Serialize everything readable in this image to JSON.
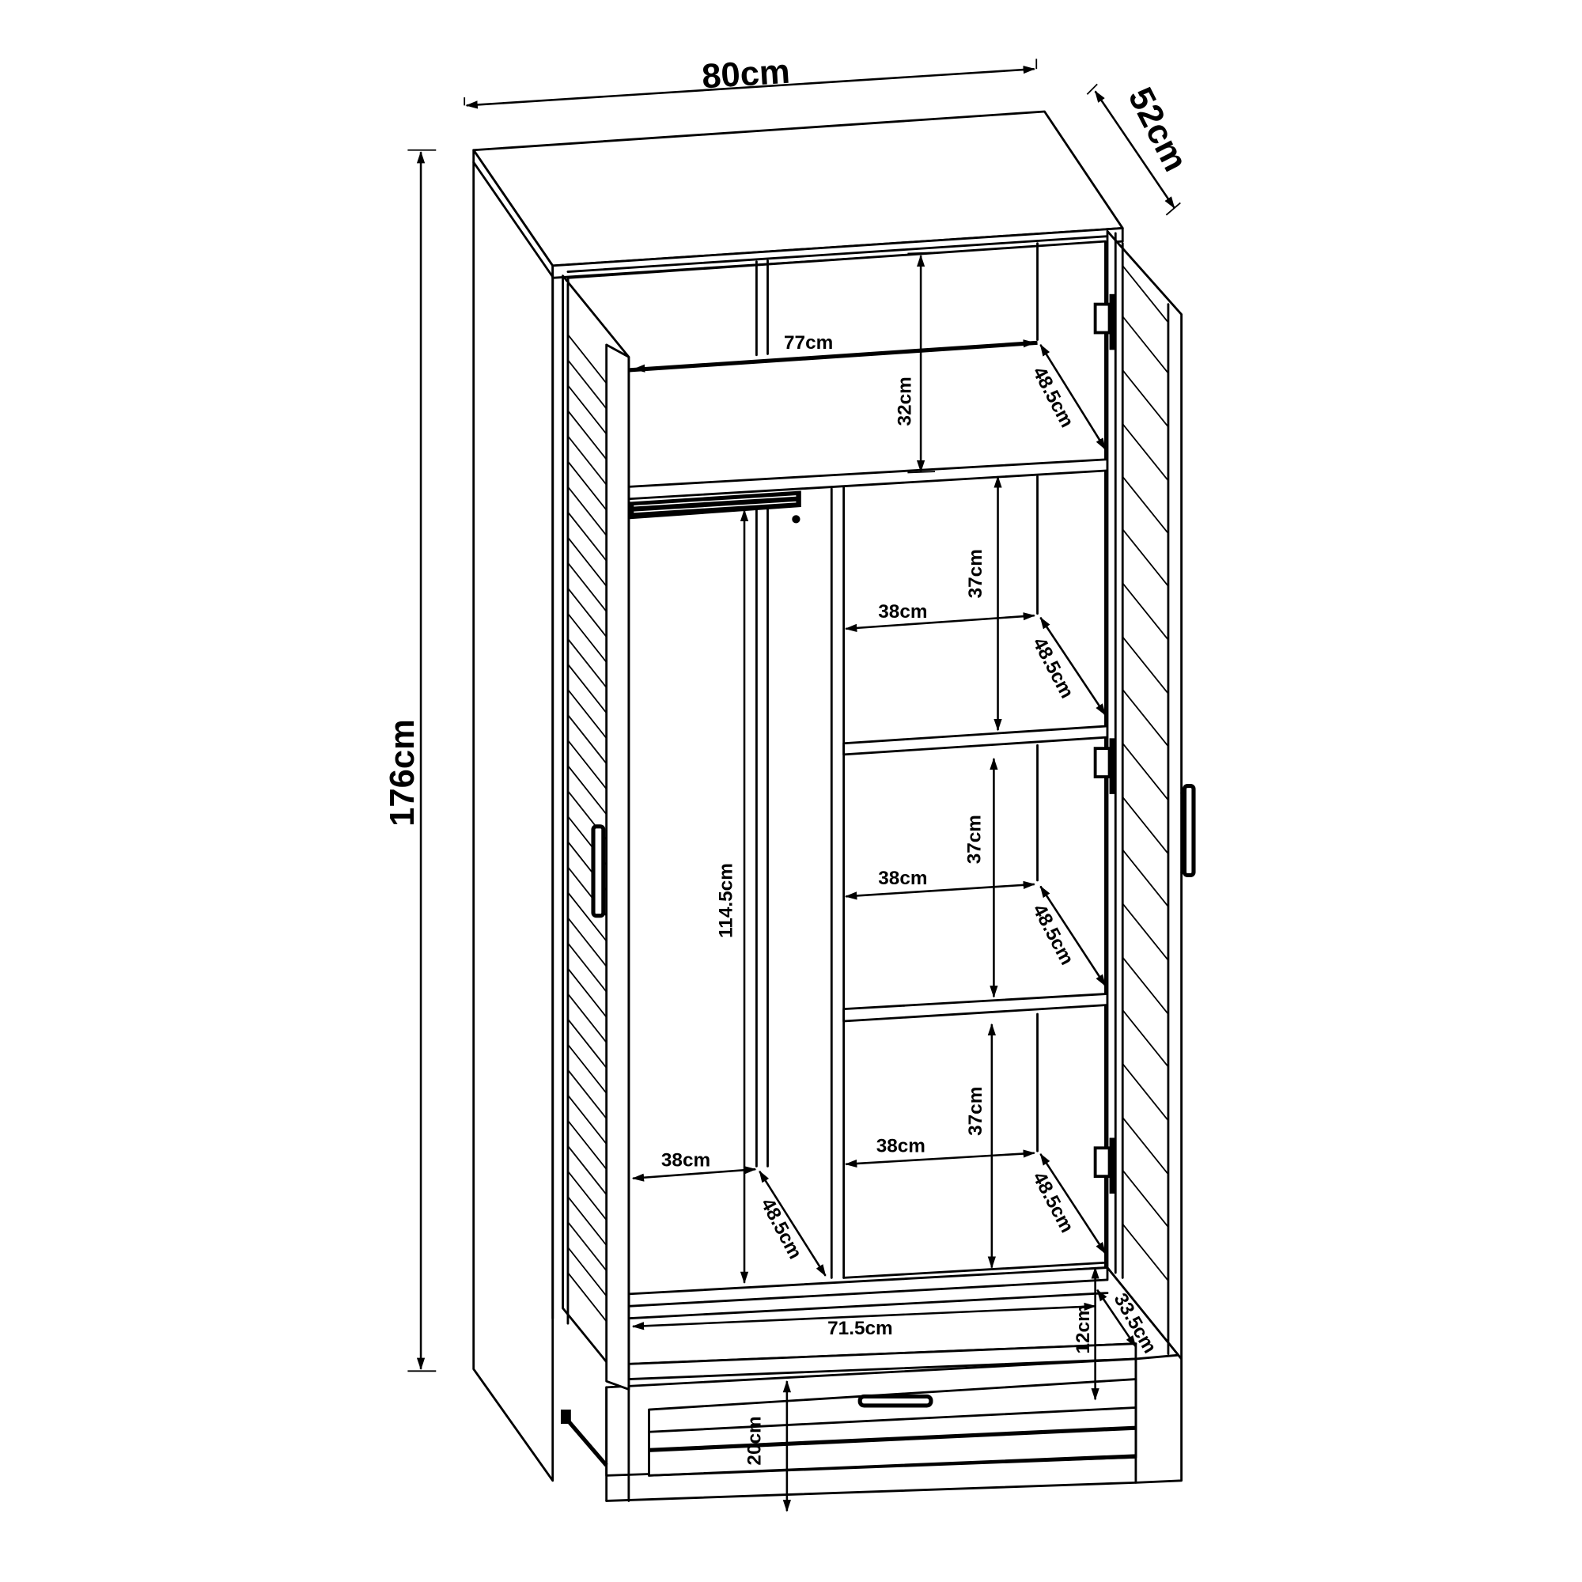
{
  "title": "Wardrobe dimension drawing",
  "colors": {
    "line": "#000000",
    "background": "#ffffff"
  },
  "overall": {
    "width": "80cm",
    "depth": "52cm",
    "height": "176cm"
  },
  "top_compartment": {
    "width": "77cm",
    "height": "32cm",
    "depth": "48.5cm"
  },
  "hanging_section": {
    "height": "114.5cm",
    "width": "38cm",
    "depth": "48.5cm"
  },
  "shelves": [
    {
      "height": "37cm",
      "width": "38cm",
      "depth": "48.5cm"
    },
    {
      "height": "37cm",
      "width": "38cm",
      "depth": "48.5cm"
    },
    {
      "height": "37cm",
      "width": "38cm",
      "depth": "48.5cm"
    }
  ],
  "drawer": {
    "inner_width": "71.5cm",
    "inner_height": "12cm",
    "inner_depth": "33.5cm",
    "front_height": "20cm"
  },
  "icons": {
    "door_handle": "bar-handle-icon",
    "hinge": "hinge-icon",
    "hanging_rail": "clothes-rail-icon",
    "arrow": "dimension-arrow-icon"
  }
}
